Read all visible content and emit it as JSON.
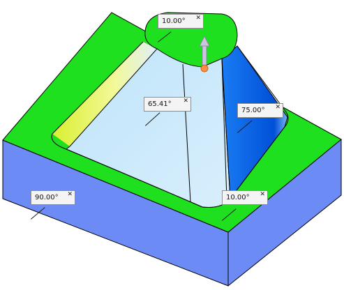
{
  "viewport": {
    "label": "3D model viewport"
  },
  "colors": {
    "side_face": "#6d8bf5",
    "top_face": "#1fe01f",
    "cone_face": "#cde9fb",
    "steep_face": "#0a66ee",
    "fillet_face": "#e0f23a",
    "edge": "#000000",
    "manipulator_stem": "#cfc4e0",
    "manipulator_handle": "#ff8c42"
  },
  "manipulator": {
    "icon": "drag-arrow-icon"
  },
  "callouts": {
    "top_angle": {
      "value": "10.00°",
      "close": "✕"
    },
    "cone_angle": {
      "value": "65.41°",
      "close": "✕"
    },
    "steep_angle": {
      "value": "75.00°",
      "close": "✕"
    },
    "bottom_angle": {
      "value": "10.00°",
      "close": "✕"
    },
    "wall_angle": {
      "value": "90.00°",
      "close": "✕"
    }
  }
}
